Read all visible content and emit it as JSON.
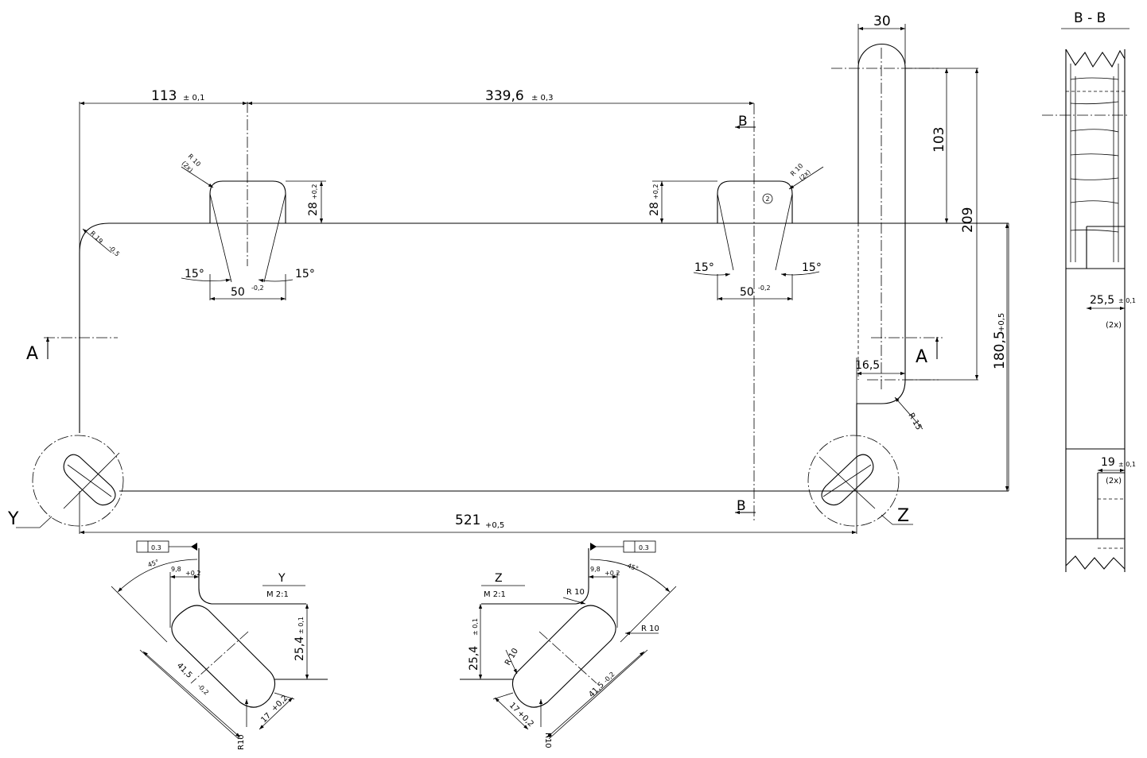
{
  "main_view": {
    "dim_113": "113",
    "tol_113": "± 0,1",
    "dim_339": "339,6",
    "tol_339": "± 0,3",
    "dim_30": "30",
    "dim_103": "103",
    "dim_209": "209",
    "dim_180": "180,5",
    "tol_180": "+0,5",
    "dim_521": "521",
    "tol_521": "+0,5",
    "dim_16": "16,5",
    "r15": "R 15",
    "r19": "R 19",
    "tol_r19": "-0,5",
    "r10_left": "R 10",
    "r10_left_2x": "(2x)",
    "r10_right": "R 10",
    "r10_right_2x": "(2x)",
    "dim_28_left": "28",
    "tol_28_left": "+0,2",
    "dim_28_right": "28",
    "tol_28_right": "+0,2",
    "angle_15": "15°",
    "dim_50": "50",
    "tol_50": "-0,2",
    "balloon": "2",
    "section_a": "A",
    "section_b": "B",
    "detail_y": "Y",
    "detail_z": "Z"
  },
  "section_bb": {
    "title": "B - B",
    "dim_25": "25,5",
    "tol_25": "± 0,1",
    "note_25": "(2x)",
    "dim_19": "19",
    "tol_19": "± 0,1",
    "note_19": "(2x)"
  },
  "detail_y": {
    "title": "Y",
    "scale": "M 2:1",
    "tol_value": "0.3",
    "angle": "45°",
    "dim_98": "9,8",
    "tol_98": "+0,2",
    "dim_254": "25,4",
    "tol_254": "± 0,1",
    "dim_415": "41,5",
    "tol_415": "-0,2",
    "dim_17": "17",
    "tol_17": "+0,2",
    "r10": "R10"
  },
  "detail_z": {
    "title": "Z",
    "scale": "M 2:1",
    "tol_value": "0.3",
    "angle": "45°",
    "dim_98": "9,8",
    "tol_98": "+0,2",
    "r10_a": "R 10",
    "r10_b": "R 10",
    "r10_c": "R 10",
    "dim_254": "25,4",
    "tol_254": "± 0,1",
    "dim_415": "41,5",
    "tol_415": "-0,2",
    "dim_17": "17",
    "tol_17": "+0,2",
    "r10": "R10"
  }
}
